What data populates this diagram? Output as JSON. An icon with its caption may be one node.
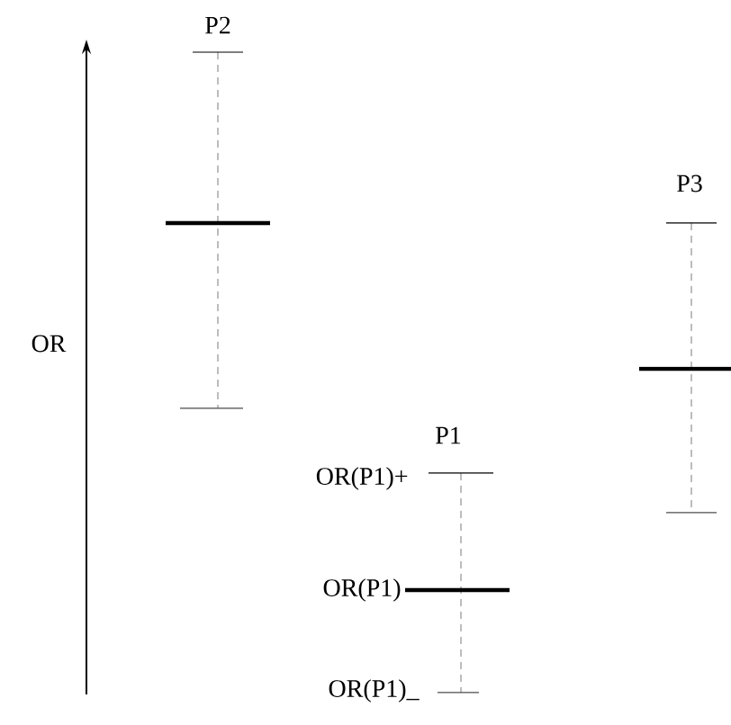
{
  "diagram": {
    "labels": [
      "P2",
      "P3",
      "OR",
      "P1",
      "OR(P1)+",
      "OR(P1)",
      "OR(P1)_"
    ]
  }
}
